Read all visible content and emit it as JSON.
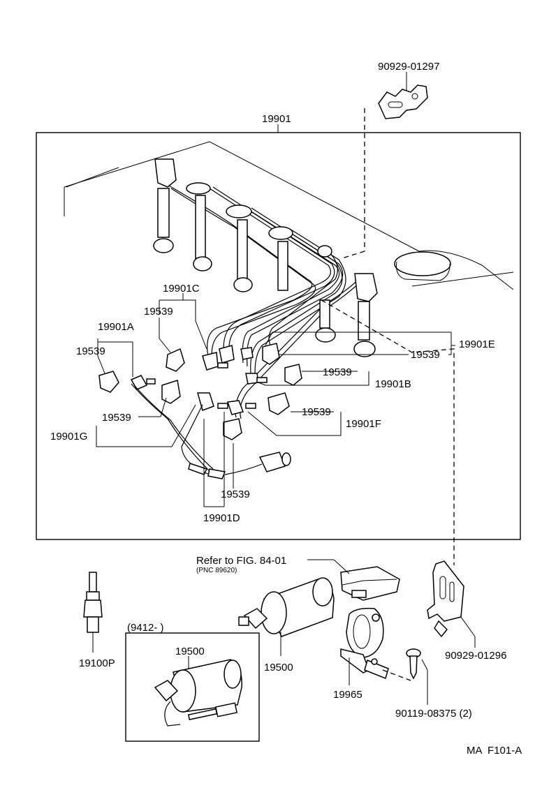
{
  "diagram": {
    "labels": {
      "clamp_top": "90929-01297",
      "cord_set": "19901",
      "cord_c": "19901C",
      "cord_a": "19901A",
      "cord_e": "19901E",
      "cord_b": "19901B",
      "cord_g": "19901G",
      "cord_f": "19901F",
      "cord_d": "19901D",
      "boot_c": "19539",
      "boot_a": "19539",
      "boot_e": "19539",
      "boot_b": "19539",
      "boot_g": "19539",
      "boot_f": "19539",
      "boot_d": "19539",
      "refer": "Refer to FIG. 84-01",
      "pnc": "(PNC 89620)",
      "variant_box": "(9412-          )",
      "coil_inner": "19500",
      "coil_main": "19500",
      "spark_plug": "19100P",
      "bracket": "19965",
      "clamp_bottom": "90929-01296",
      "bolt": "90119-08375 (2)",
      "figure_id": "MA  F101-A"
    }
  }
}
